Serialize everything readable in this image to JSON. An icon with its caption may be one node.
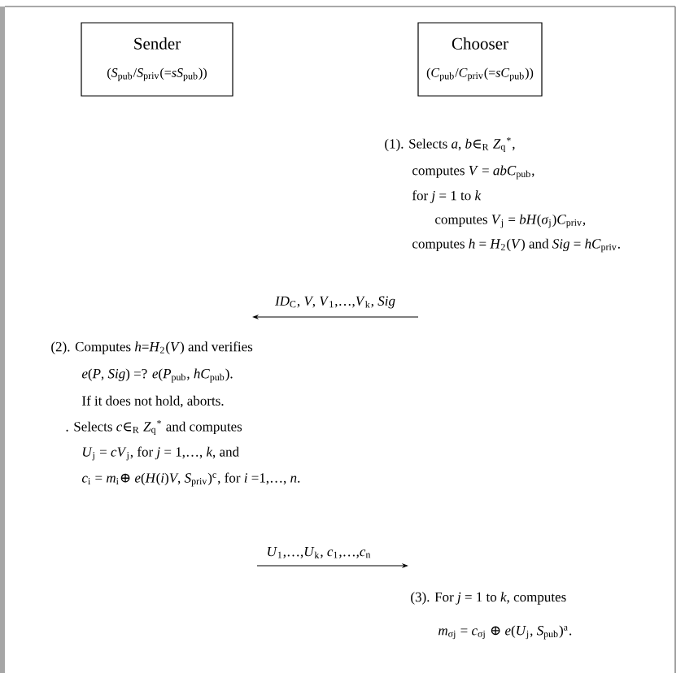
{
  "diagram": {
    "nodes": [
      {
        "text": [
          "Sender",
          "(*S*$_{pub}$/*S*$_{priv}$(=*sS*$_{pub}$))"
        ]
      },
      {
        "text": [
          "Chooser",
          "(*C*$_{pub}$/*C*$_{priv}$(=*sC*$_{pub}$))"
        ]
      }
    ],
    "labels": [
      "(1). Selects *a*, *b*∈$_{R}$ *Z*$_{q}$$^{*}$,",
      "computes *V* = *abC*$_{pub}$,",
      "for *j* = 1 to *k*",
      "computes *V*$_{j}$ = *bH*(*σ*$_{j}$)*C*$_{priv}$,",
      "computes *h* = *H*$_{2}$(*V*) and *Sig* = *hC*$_{priv}$.",
      "*ID*$_{C}$, *V*, *V*$_{1}$,…,*V*$_{k}$, *Sig*",
      "(2). Computes *h*=*H*$_{2}$(*V*) and verifies",
      "*e*(*P*, *Sig*) =? *e*(*P*$_{pub}$, *hC*$_{pub}$).",
      "If it does not hold, aborts.",
      ". Selects *c*∈$_{R}$ *Z*$_{q}$$^{*}$ and computes",
      "*U*$_{j}$ = *cV*$_{j}$, for *j* = 1,…, *k*, and",
      "*c*$_{i}$ = *m*$_{i}$⊕ *e*(*H*(*i*)*V*, *S*$_{priv}$)$^{c}$, for *i* =1,…, *n*.",
      "*U*$_{1}$,…,*U*$_{k}$, *c*$_{1}$,…,*c*$_{n}$",
      "(3). For *j* = 1 to *k*, computes",
      "*m*$_{σj}$ = *c*$_{σj}$ ⊕ *e*(*U*$_{j}$, *S*$_{pub}$)$^{a}$."
    ]
  }
}
